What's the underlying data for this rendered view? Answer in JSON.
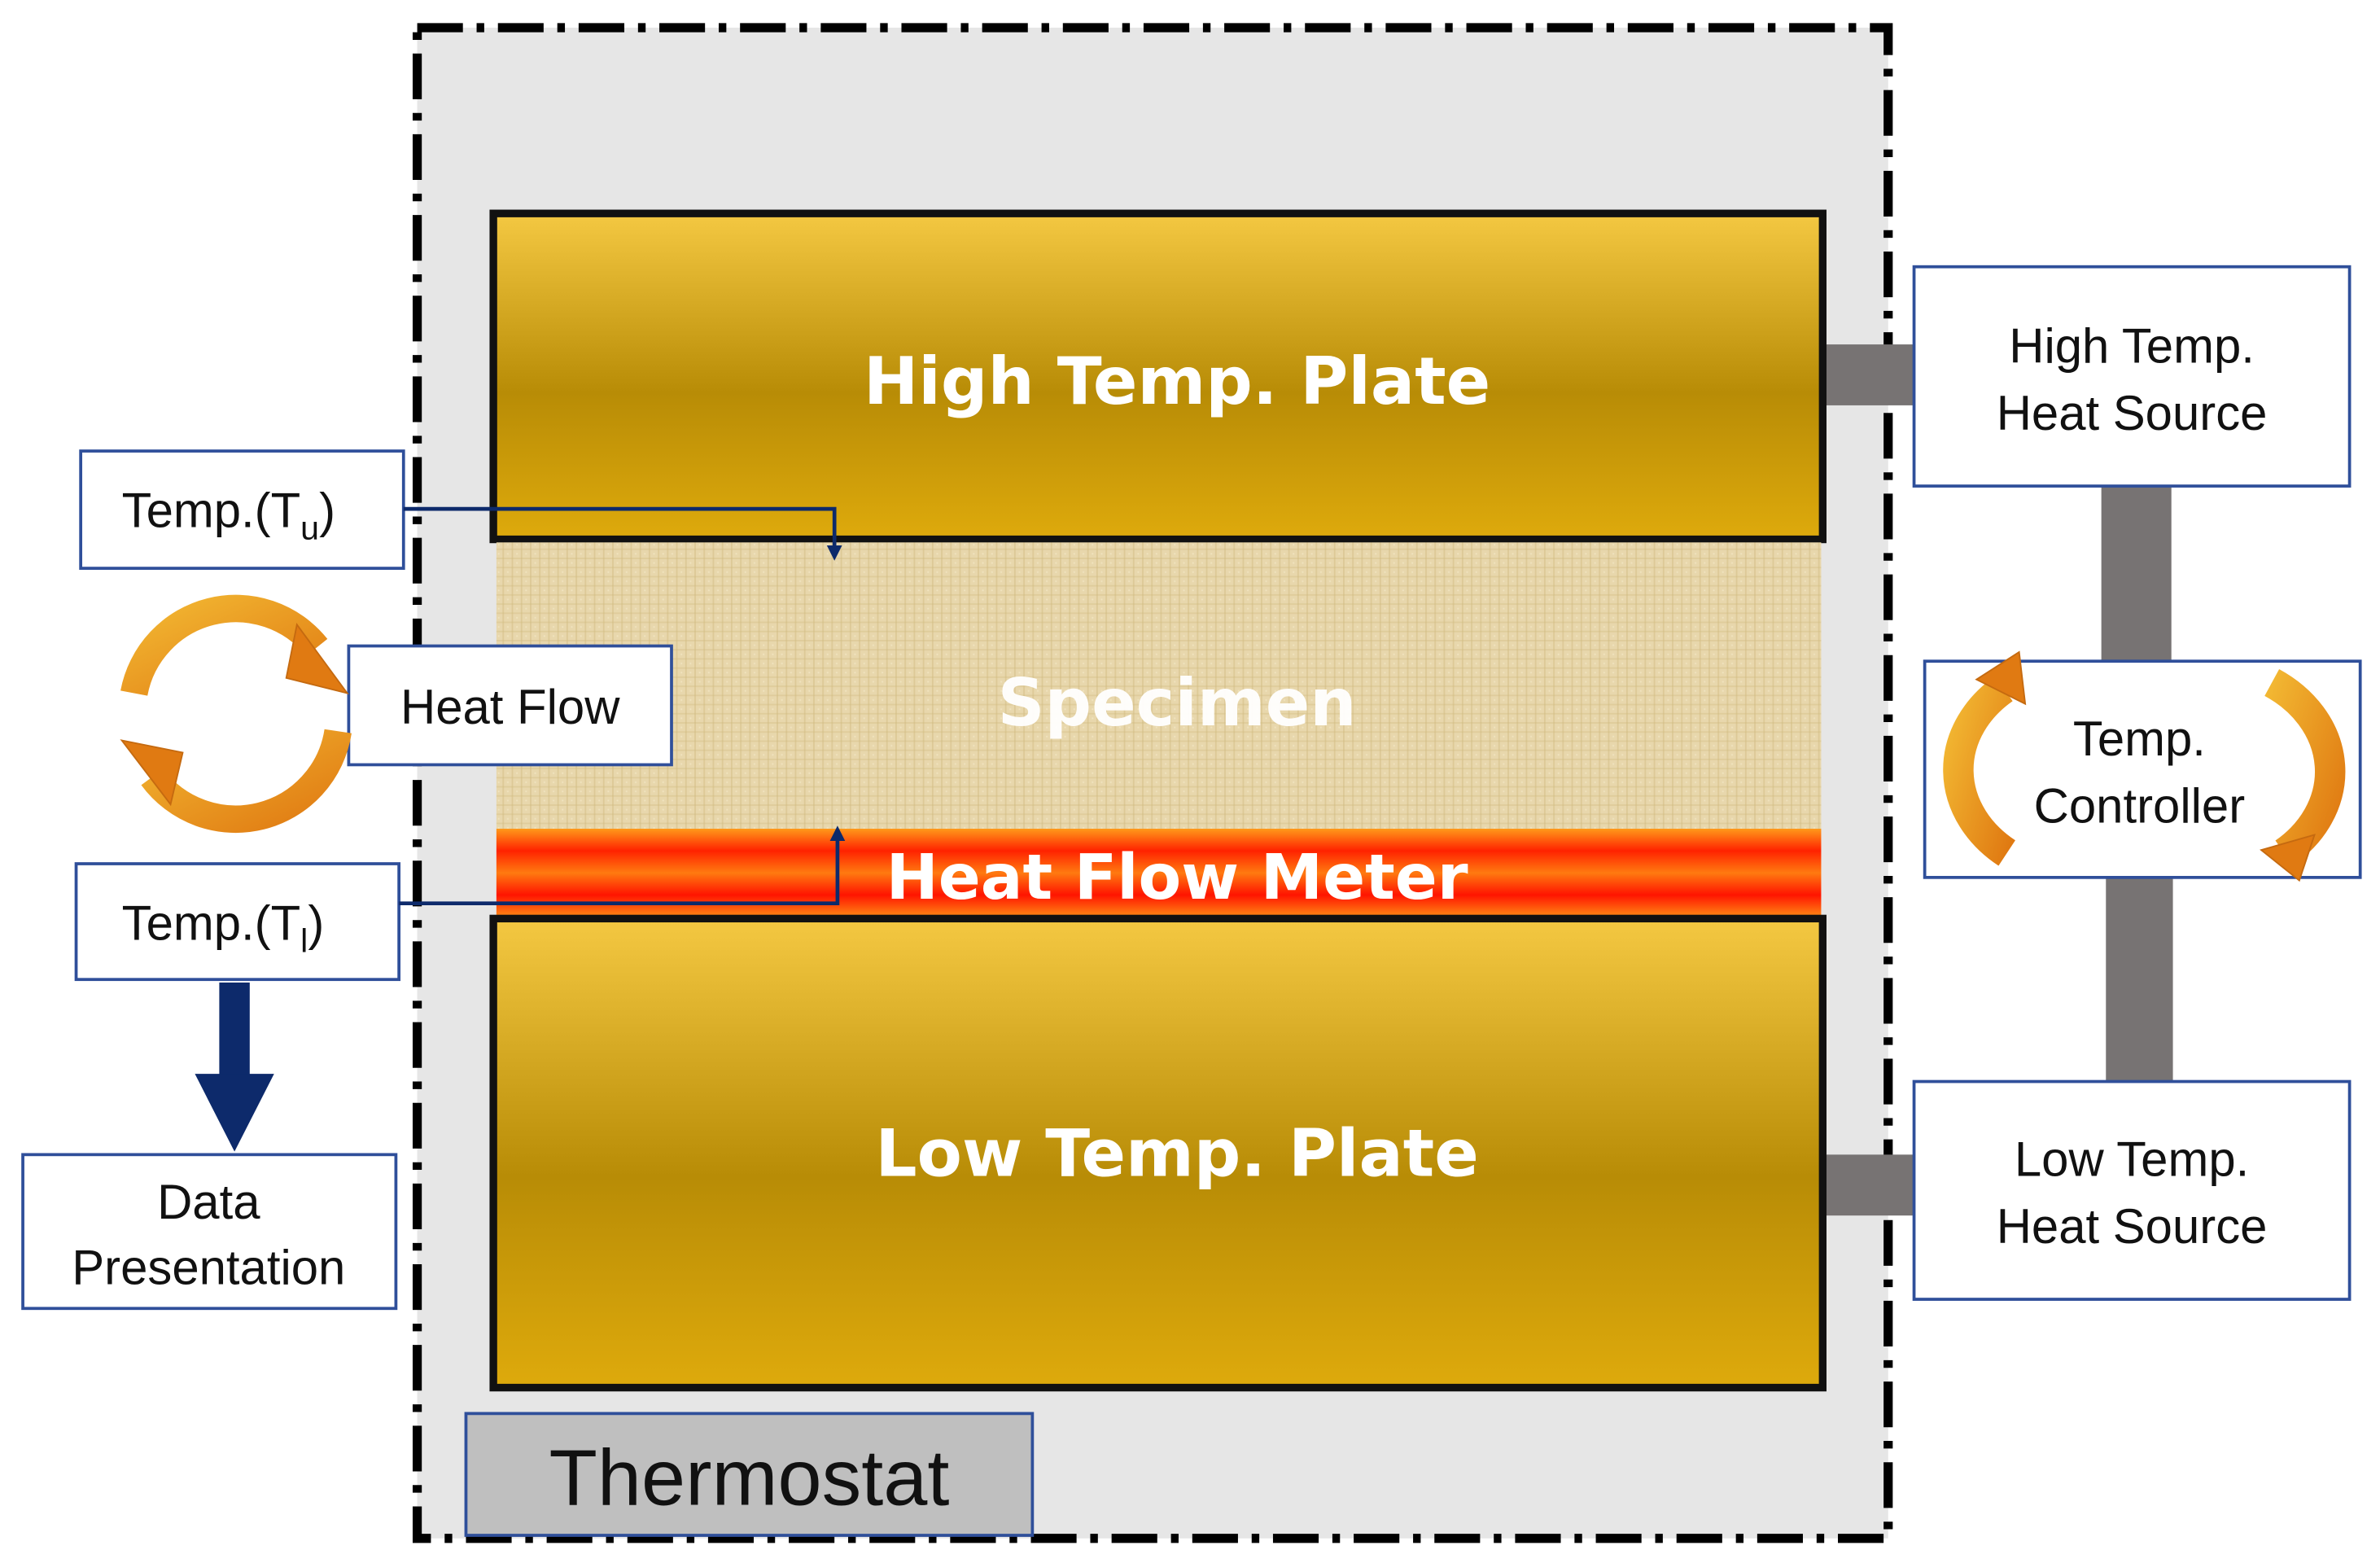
{
  "labels": {
    "high_plate": "High Temp. Plate",
    "specimen": "Specimen",
    "heat_flow_meter": "Heat Flow Meter",
    "low_plate": "Low Temp. Plate",
    "thermostat": "Thermostat",
    "temp_upper_prefix": "Temp.(T",
    "temp_upper_sub": "u",
    "temp_upper_suffix": ")",
    "temp_lower_prefix": "Temp.(T",
    "temp_lower_sub": "l",
    "temp_lower_suffix": ")",
    "heat_flow": "Heat Flow",
    "data_presentation": [
      "Data",
      "Presentation"
    ],
    "high_source": [
      "High Temp.",
      "Heat Source"
    ],
    "temp_controller": [
      "Temp.",
      "Controller"
    ],
    "low_source": [
      "Low Temp.",
      "Heat Source"
    ]
  },
  "colors": {
    "plate_light": "#f4c842",
    "plate_dark": "#b88c06",
    "meter_red": "#ff1400",
    "meter_orange": "#ff9a1a",
    "box_border": "#2f4f9a",
    "connector_gray": "#777373",
    "enclosure_fill": "#e6e6e6",
    "arrow_navy": "#0d2a6b",
    "cycle_orange": "#e07a12",
    "cycle_gold": "#f2b732"
  },
  "icons": {
    "heat_flow_cycle": "circular-arrows-icon",
    "controller_cycle": "circular-arrows-icon",
    "down_arrow": "arrow-down-icon"
  }
}
